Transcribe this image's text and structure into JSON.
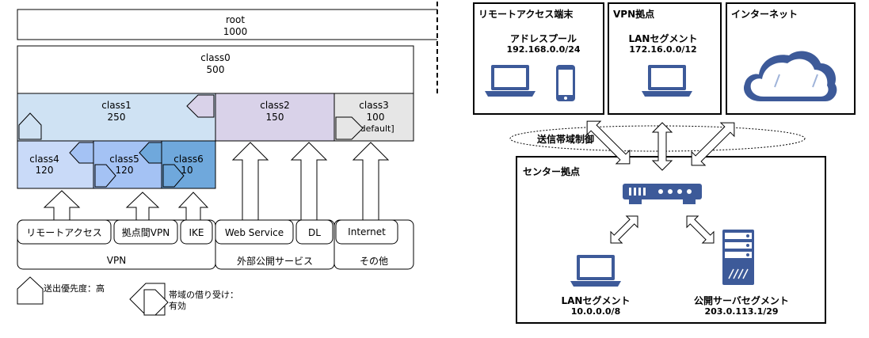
{
  "classes": {
    "root": {
      "name": "root",
      "rate": "1000"
    },
    "class0": {
      "name": "class0",
      "rate": "500"
    },
    "class1": {
      "name": "class1",
      "rate": "250"
    },
    "class2": {
      "name": "class2",
      "rate": "150"
    },
    "class3": {
      "name": "class3",
      "rate": "100",
      "note": "[default]"
    },
    "class4": {
      "name": "class4",
      "rate": "120"
    },
    "class5": {
      "name": "class5",
      "rate": "120"
    },
    "class6": {
      "name": "class6",
      "rate": "10"
    }
  },
  "traffic": {
    "remote_access": "リモートアクセス",
    "site_vpn": "拠点間VPN",
    "ike": "IKE",
    "web_service": "Web Service",
    "dl": "DL",
    "internet": "Internet"
  },
  "groups": {
    "vpn": "VPN",
    "public": "外部公開サービス",
    "other": "その他"
  },
  "legend": {
    "priority": "送出優先度：高",
    "borrow_line1": "帯域の借り受け：",
    "borrow_line2": "有効"
  },
  "network": {
    "remote_title": "リモートアクセス端末",
    "pool_label": "アドレスプール",
    "pool_addr": "192.168.0.0/24",
    "vpn_site_title": "VPN拠点",
    "vpn_lan_label": "LANセグメント",
    "vpn_lan_addr": "172.16.0.0/12",
    "internet_title": "インターネット",
    "control_label": "送信帯域制御",
    "center_title": "センター拠点",
    "center_lan_label": "LANセグメント",
    "center_lan_addr": "10.0.0.0/8",
    "server_label": "公開サーバセグメント",
    "server_addr": "203.0.113.1/29"
  },
  "colors": {
    "class1": "#cfe2f3",
    "class2": "#d9d2e9",
    "class3": "#e6e6e6",
    "class4": "#c9daf8",
    "class5": "#a4c2f4",
    "class6": "#6fa8dc",
    "device": "#3d5a99"
  }
}
